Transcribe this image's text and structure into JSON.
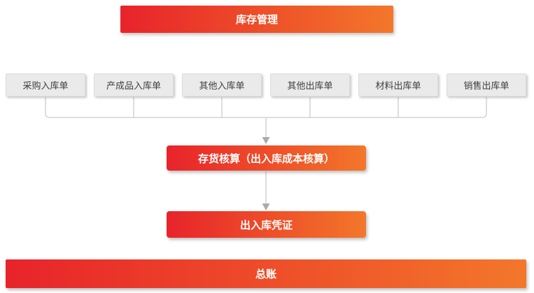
{
  "flowchart": {
    "top_banner": {
      "label": "库存管理"
    },
    "document_boxes": [
      {
        "label": "采购入库单"
      },
      {
        "label": "产成品入库单"
      },
      {
        "label": "其他入库单"
      },
      {
        "label": "其他出库单"
      },
      {
        "label": "材料出库单"
      },
      {
        "label": "销售出库单"
      }
    ],
    "inventory_accounting": {
      "label": "存货核算（出入库成本核算）"
    },
    "voucher": {
      "label": "出入库凭证"
    },
    "bottom_banner": {
      "label": "总账"
    }
  },
  "colors": {
    "gradient_start": "#e8232b",
    "gradient_end": "#f3772b",
    "gray_box_bg": "#eaeaea",
    "gray_box_border": "#dcdcdc",
    "gray_box_text": "#3f3f3f",
    "connector_line": "#c9c9c9",
    "arrowhead": "#ababab",
    "banner_text": "#ffffff",
    "background": "#ffffff"
  }
}
